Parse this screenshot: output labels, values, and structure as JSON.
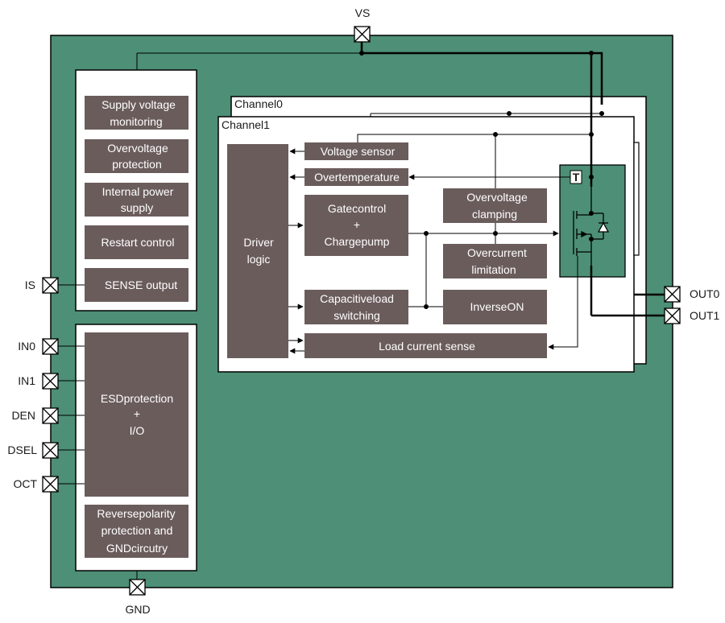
{
  "pins": {
    "vs": "VS",
    "gnd": "GND",
    "is": "IS",
    "in0": "IN0",
    "in1": "IN1",
    "den": "DEN",
    "dsel": "DSEL",
    "oct": "OCT",
    "out0": "OUT0",
    "out1": "OUT1"
  },
  "left_blocks": {
    "supply_voltage_monitoring": [
      "Supply voltage",
      "monitoring"
    ],
    "overvoltage_protection": [
      "Overvoltage",
      "protection"
    ],
    "internal_power_supply": [
      "Internal power",
      "supply"
    ],
    "restart_control": "Restart control",
    "sense_output": "SENSE output",
    "esd_protection": [
      "ESDprotection",
      "+",
      "I/O"
    ],
    "reverse_polarity": [
      "Reversepolarity",
      "protection and",
      "GNDcircutry"
    ]
  },
  "channels": {
    "channel0": "Channel0",
    "channel1": "Channel1"
  },
  "channel_blocks": {
    "driver_logic": [
      "Driver",
      "logic"
    ],
    "voltage_sensor": "Voltage sensor",
    "overtemperature": "Overtemperature",
    "gate_control": [
      "Gatecontrol",
      "+",
      "Chargepump"
    ],
    "overvoltage_clamping": [
      "Overvoltage",
      "clamping"
    ],
    "overcurrent_limitation": [
      "Overcurrent",
      "limitation"
    ],
    "capacitive_load": [
      "Capacitiveload",
      "switching"
    ],
    "inverse_on": "InverseON",
    "load_current_sense": "Load current sense",
    "temp_sensor": "T"
  },
  "colors": {
    "chip_bg": "#4d8f77",
    "block_fill": "#6b5c5c",
    "line": "#000000",
    "panel": "#ffffff"
  }
}
